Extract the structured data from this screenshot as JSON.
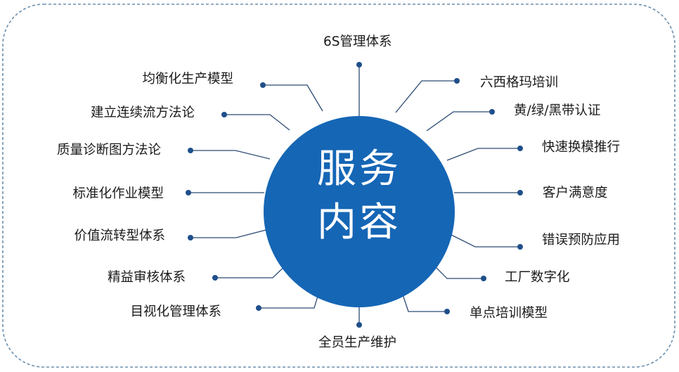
{
  "center": {
    "line1": "服务",
    "line2": "内容"
  },
  "items": [
    "6S管理体系",
    "六西格玛培训",
    "黄/绿/黑带认证",
    "快速换模推行",
    "客户满意度",
    "错误预防应用",
    "工厂数字化",
    "单点培训模型",
    "全员生产维护",
    "目视化管理体系",
    "精益审核体系",
    "价值流转型体系",
    "标准化作业模型",
    "质量诊断图方法论",
    "建立连续流方法论",
    "均衡化生产模型"
  ],
  "colors": {
    "circle": "#1566b5",
    "line": "#2c4a73",
    "dot": "#1f4f8a",
    "border": "#6b8fae",
    "text": "#1b1b1b",
    "center_text": "#ffffff"
  }
}
